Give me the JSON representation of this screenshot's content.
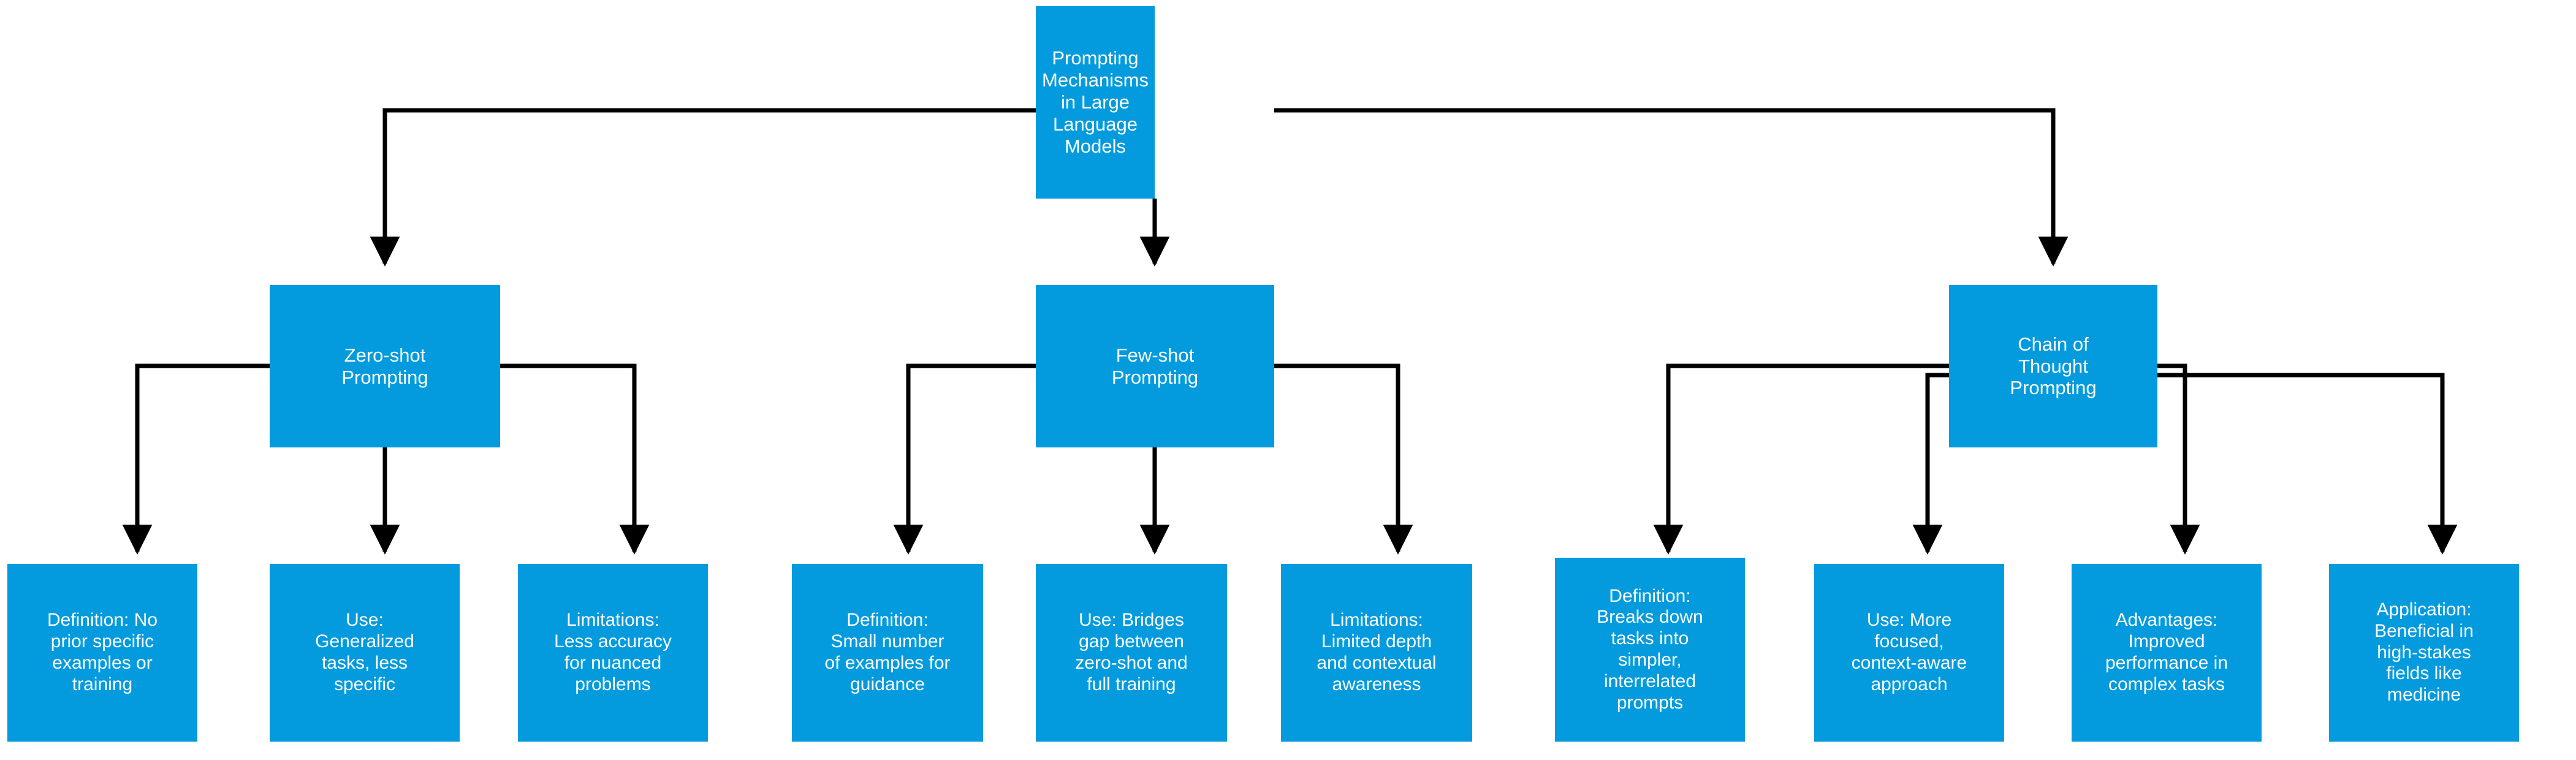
{
  "diagram": {
    "type": "flowchart-tree",
    "orientation": "top-down",
    "background_color": "#FFFFFF",
    "node_fill_color": "#039BDD",
    "node_text_color": "#FFFFFF",
    "edge_color": "#000000",
    "root": {
      "id": "root",
      "label": "Prompting\nMechanisms\nin Large\nLanguage\nModels"
    },
    "branches": [
      {
        "id": "zero-shot",
        "label": "Zero-shot\nPrompting",
        "children": [
          {
            "id": "zs-definition",
            "label": "Definition:  No\nprior specific\nexamples or\ntraining"
          },
          {
            "id": "zs-use",
            "label": "Use:\nGeneralized\ntasks, less\nspecific"
          },
          {
            "id": "zs-limitations",
            "label": "Limitations:\nLess accuracy\nfor nuanced\nproblems"
          }
        ]
      },
      {
        "id": "few-shot",
        "label": "Few-shot\nPrompting",
        "children": [
          {
            "id": "fs-definition",
            "label": "Definition:\nSmall number\nof examples for\nguidance"
          },
          {
            "id": "fs-use",
            "label": "Use:  Bridges\ngap between\nzero-shot and\nfull training"
          },
          {
            "id": "fs-limitations",
            "label": "Limitations:\nLimited depth\nand contextual\nawareness"
          }
        ]
      },
      {
        "id": "chain-of-thought",
        "label": "Chain of\nThought\nPrompting",
        "children": [
          {
            "id": "cot-definition",
            "label": "Definition:\nBreaks down\ntasks into\nsimpler,\ninterrelated\nprompts"
          },
          {
            "id": "cot-use",
            "label": "Use:  More\nfocused,\ncontext-aware\napproach"
          },
          {
            "id": "cot-advantages",
            "label": "Advantages:\nImproved\nperformance in\ncomplex tasks"
          },
          {
            "id": "cot-application",
            "label": "Application:\nBeneficial in\nhigh-stakes\nfields like\nmedicine"
          }
        ]
      }
    ]
  }
}
